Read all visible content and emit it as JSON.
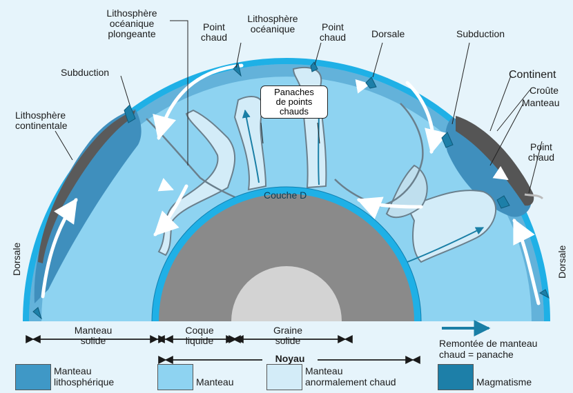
{
  "labels": {
    "lithosphere_plongeante": "Lithosphère\nocéanique\nplongeante",
    "point_chaud_1": "Point\nchaud",
    "lithosphere_oceanique": "Lithosphère\nocéanique",
    "point_chaud_2": "Point\nchaud",
    "dorsale_top": "Dorsale",
    "subduction_right": "Subduction",
    "subduction_left": "Subduction",
    "lithosphere_continentale": "Lithosphère\ncontinentale",
    "continent": "Continent",
    "croute": "Croûte",
    "manteau_right": "Manteau",
    "point_chaud_right": "Point\nchaud",
    "panaches": "Panaches\nde points\nchauds",
    "couche_d": "Couche D",
    "dorsale_left": "Dorsale",
    "dorsale_right": "Dorsale"
  },
  "scale": {
    "manteau_solide": "Manteau\nsolide",
    "coque_liquide": "Coque\nliquide",
    "graine_solide": "Graine\nsolide",
    "noyau": "Noyau"
  },
  "legend": {
    "manteau_lithospherique": "Manteau\nlithosphérique",
    "manteau": "Manteau",
    "manteau_anormalement_chaud": "Manteau\nanormalement chaud",
    "magmatisme": "Magmatisme",
    "panache_arrow": "Remontée de manteau\nchaud = panache"
  },
  "colors": {
    "mantle": "#8ed3f1",
    "lithosphere": "#3f98c6",
    "hot_mantle": "#d3ecf8",
    "magmatism": "#1d7fa8",
    "crust": "#5a5a5a",
    "outer_core": "#8a8a8a",
    "inner_core": "#d3d3d3",
    "rim": "#1fb0e6"
  }
}
